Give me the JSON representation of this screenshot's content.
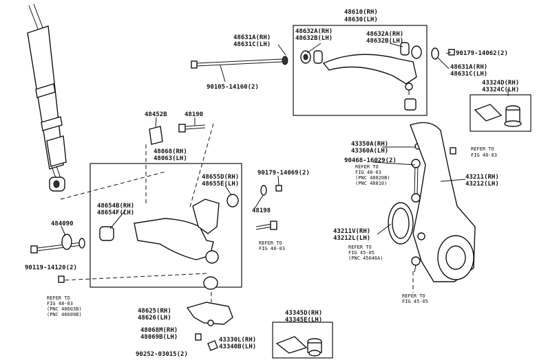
{
  "callouts": {
    "l48610": "48610(RH)",
    "l48630": "48630(LH)",
    "l48631a_rh_top": "48631A(RH)",
    "l48631c_lh_top": "48631C(LH)",
    "l48632a_1": "48632A(RH)",
    "l48632b_1": "48632B(LH)",
    "l48632a_2": "48632A(RH)",
    "l48632b_2": "48632B(LH)",
    "l90179_14062": "90179-14062(2)",
    "l48631a_rh_r": "48631A(RH)",
    "l48631c_lh_r": "48631C(LH)",
    "l90105": "90105-14160(2)",
    "l43324d": "43324D(RH)",
    "l43324c": "43324C(LH)",
    "l48452b": "48452B",
    "l48190": "48190",
    "l48068": "48068(RH)",
    "l48063": "48063(LH)",
    "l43350a": "43350A(RH)",
    "l43360a": "43360A(LH)",
    "l90468": "90468-16029(2)",
    "l90179_14069": "90179-14069(2)",
    "l48655d": "48655D(RH)",
    "l48655e": "48655E(LH)",
    "l48654b": "48654B(RH)",
    "l48654f": "48654F(LH)",
    "l48198": "48198",
    "l484090": "484090",
    "l90119": "90119-14120(2)",
    "l43211": "43211(RH)",
    "l43212": "43212(LH)",
    "l43211v": "43211V(RH)",
    "l43212l": "43212L(LH)",
    "l48625": "48625(RH)",
    "l48626": "48626(LH)",
    "l48068m": "48068M(RH)",
    "l48069b": "48069B(LH)",
    "l90252": "90252-03015(2)",
    "l43330l": "43330L(RH)",
    "l43340b": "43340B(LH)",
    "l43345d": "43345D(RH)",
    "l43345e": "43345E(LH)"
  },
  "refs": {
    "r1a": "REFER TO",
    "r1b": "FIG 48-03",
    "r2a": "REFER TO",
    "r2b": "FIG 48-03",
    "r2c": "(PNC 48820B)",
    "r2d": "(PNC 48810)",
    "r3a": "REFER TO",
    "r3b": "FIG 48-03",
    "r4a": "REFER TO",
    "r4b": "FIG 48-03",
    "r4c": "(PNC 48603B)",
    "r4d": "(PNC 48609B)",
    "r5a": "REFER TO",
    "r5b": "FIG 45-05",
    "r5c": "(PNC 45046A)",
    "r6a": "REFER TO",
    "r6b": "FIG 45-05"
  }
}
